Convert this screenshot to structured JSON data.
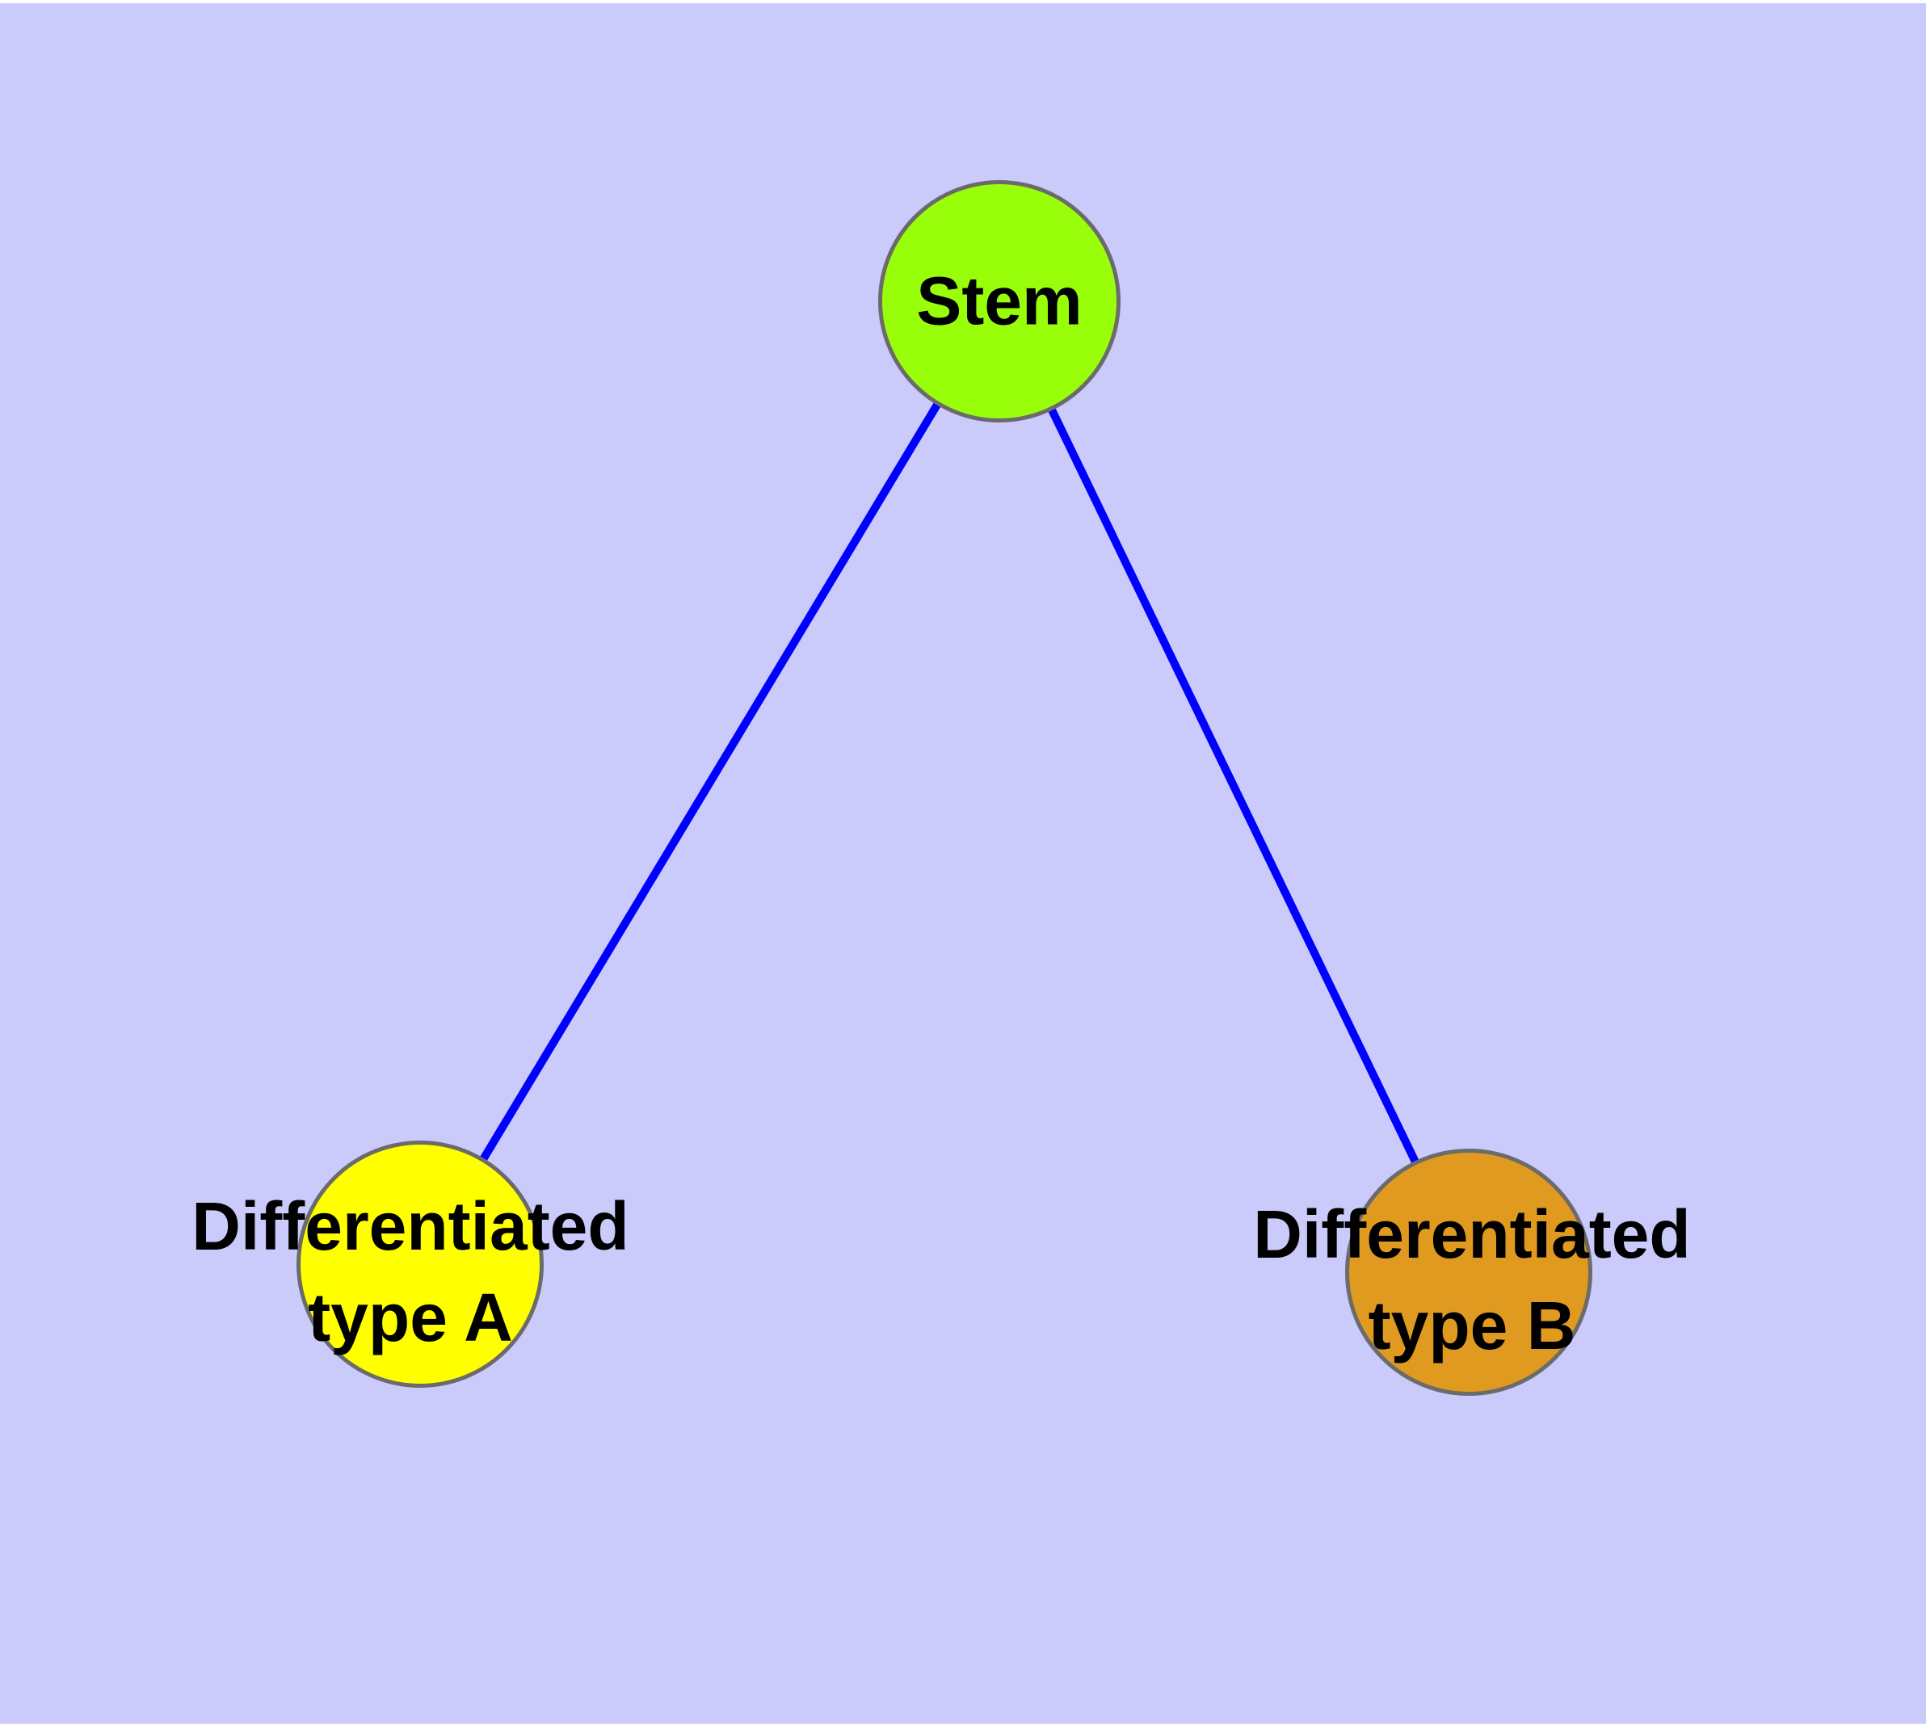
{
  "diagram": {
    "type": "node-link-graph",
    "background_color": "#CACAFB",
    "margin_color": "#FFFFFF",
    "edge_color": "#0000FF",
    "node_border_color": "#6B6B6B",
    "text_color": "#000000",
    "nodes": [
      {
        "id": "stem",
        "label": "Stem",
        "line1": "Stem",
        "line2": "",
        "fill": "#99FE0A"
      },
      {
        "id": "type-a",
        "label": "Differentiated type A",
        "line1": "Differentiated",
        "line2": "type A",
        "fill": "#FFFF00"
      },
      {
        "id": "type-b",
        "label": "Differentiated type B",
        "line1": "Differentiated",
        "line2": "type B",
        "fill": "#E09A20"
      }
    ],
    "edges": [
      {
        "from": "Stem",
        "to": "Differentiated type A"
      },
      {
        "from": "Stem",
        "to": "Differentiated type B"
      }
    ]
  }
}
